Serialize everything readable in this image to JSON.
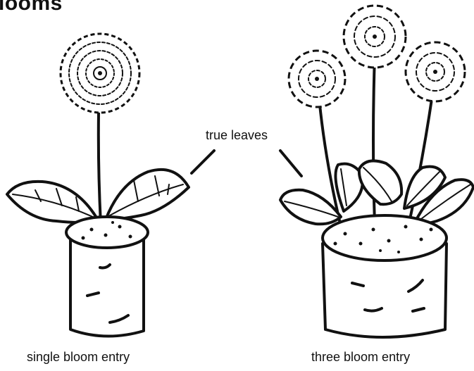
{
  "header": {
    "title": "looms"
  },
  "labels": {
    "leaves": "true leaves",
    "left_caption": "single bloom entry",
    "right_caption": "three bloom entry"
  }
}
